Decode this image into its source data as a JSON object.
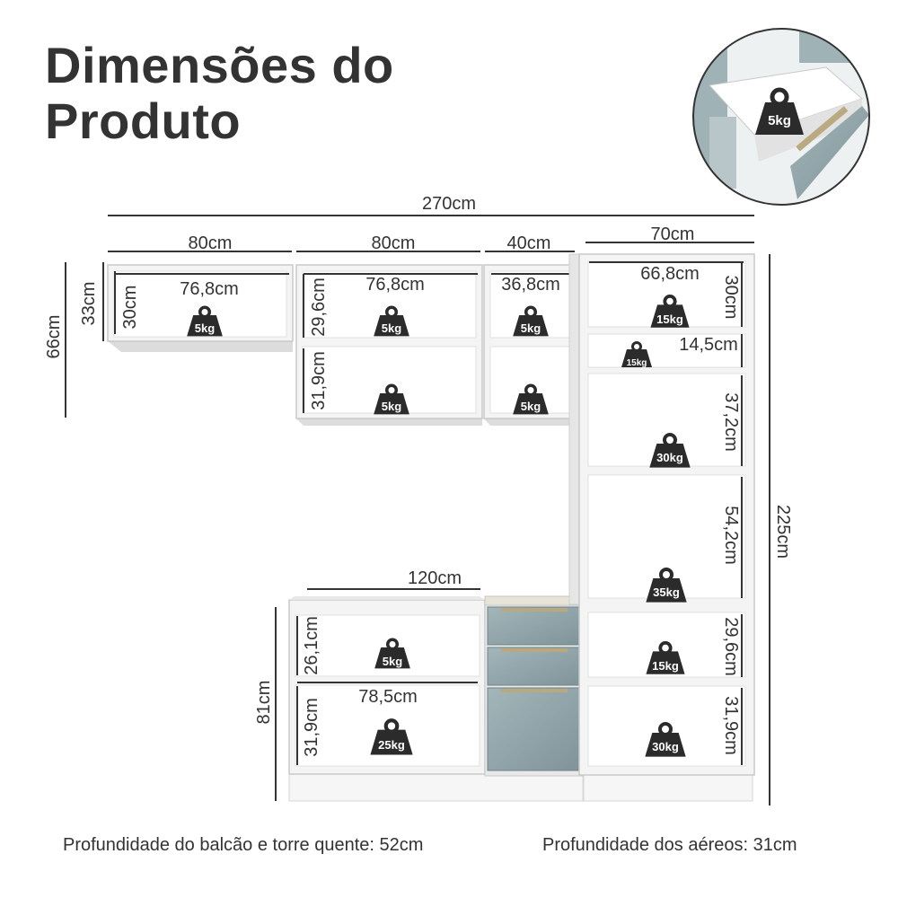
{
  "title": {
    "line1": "Dimensões do",
    "line2": "Produto"
  },
  "dimensions": {
    "total_width": "270cm",
    "upper_widths": [
      "80cm",
      "80cm",
      "40cm",
      "70cm"
    ],
    "upper_height": "66cm",
    "upper_small_height": "33cm",
    "lower_width": "120cm",
    "lower_height": "81cm",
    "total_height": "225cm",
    "inner": {
      "c1_width": "76,8cm",
      "c1_height": "30cm",
      "c2_width": "76,8cm",
      "c2_top_height": "29,6cm",
      "c2_bottom_height": "31,9cm",
      "c3_width": "36,8cm",
      "t_width": "66,8cm",
      "t_h1": "30cm",
      "t_h2": "14,5cm",
      "t_h3": "37,2cm",
      "t_h4": "54,2cm",
      "t_h5": "29,6cm",
      "t_h6": "31,9cm",
      "b_width": "78,5cm",
      "b_h1": "26,1cm",
      "b_h2": "31,9cm"
    }
  },
  "weights": {
    "inset": "5kg",
    "c1": "5kg",
    "c2_top": "5kg",
    "c2_bottom": "5kg",
    "c3_top": "5kg",
    "c3_bottom": "5kg",
    "t1": "15kg",
    "t2": "15kg",
    "t3": "30kg",
    "t4": "35kg",
    "t5": "15kg",
    "t6": "30kg",
    "b1": "5kg",
    "b2": "25kg"
  },
  "footer": {
    "left": "Profundidade do balcão e torre quente: 52cm",
    "right": "Profundidade dos aéreos: 31cm"
  },
  "colors": {
    "text": "#333333",
    "cabinet": "#f4f4f4",
    "glass": "#8fa3a8",
    "weight_badge": "#2b2b2b"
  }
}
